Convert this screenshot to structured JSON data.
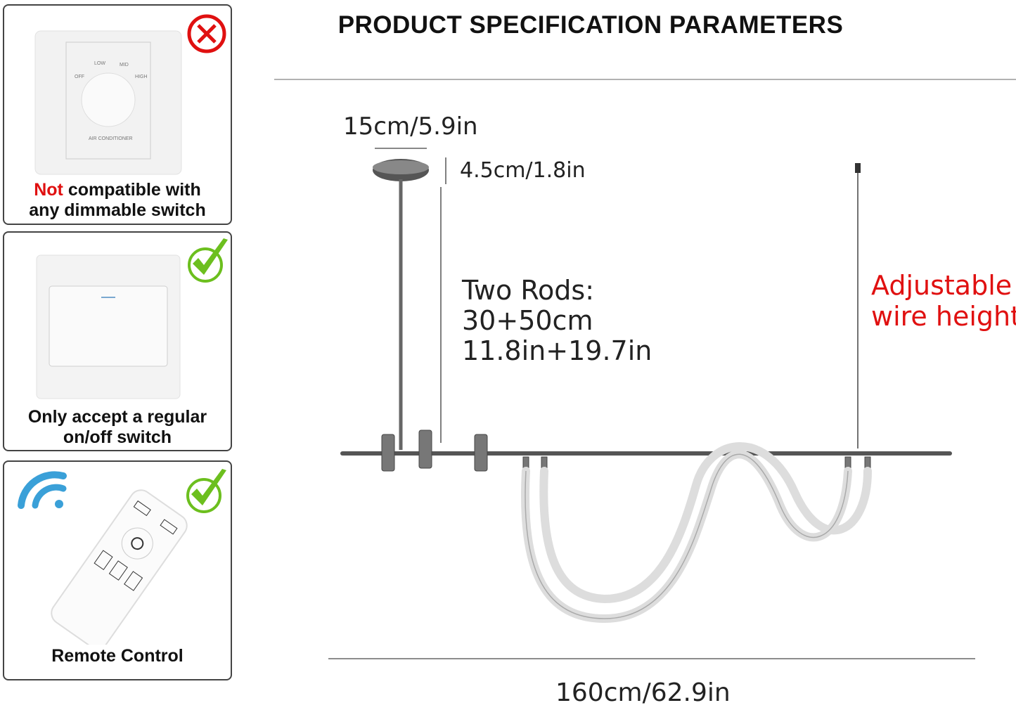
{
  "title": "PRODUCT SPECIFICATION PARAMETERS",
  "panels": [
    {
      "icon": "cross-circle-icon",
      "highlight": "Not",
      "text_line1_rest": " compatible with",
      "text_line2": "any dimmable switch",
      "dial_labels": {
        "off": "OFF",
        "low": "LOW",
        "mid": "MID",
        "high": "HIGH",
        "name": "AIR CONDITIONER"
      }
    },
    {
      "icon": "checkmark-icon",
      "text_line1": "Only accept a regular",
      "text_line2": "on/off switch"
    },
    {
      "icon": "checkmark-icon",
      "text_line1": "Remote Control"
    }
  ],
  "dimensions": {
    "canopy_width": "15cm/5.9in",
    "canopy_height": "4.5cm/1.8in",
    "rods_title": "Two Rods:",
    "rods_cm": "30+50cm",
    "rods_in": "11.8in+19.7in",
    "adjustable_1": "Adjustable",
    "adjustable_2": "wire height",
    "length": "160cm/62.9in"
  },
  "colors": {
    "red": "#e01010",
    "green": "#6cbf1e",
    "wifi": "#3aa0d8"
  }
}
